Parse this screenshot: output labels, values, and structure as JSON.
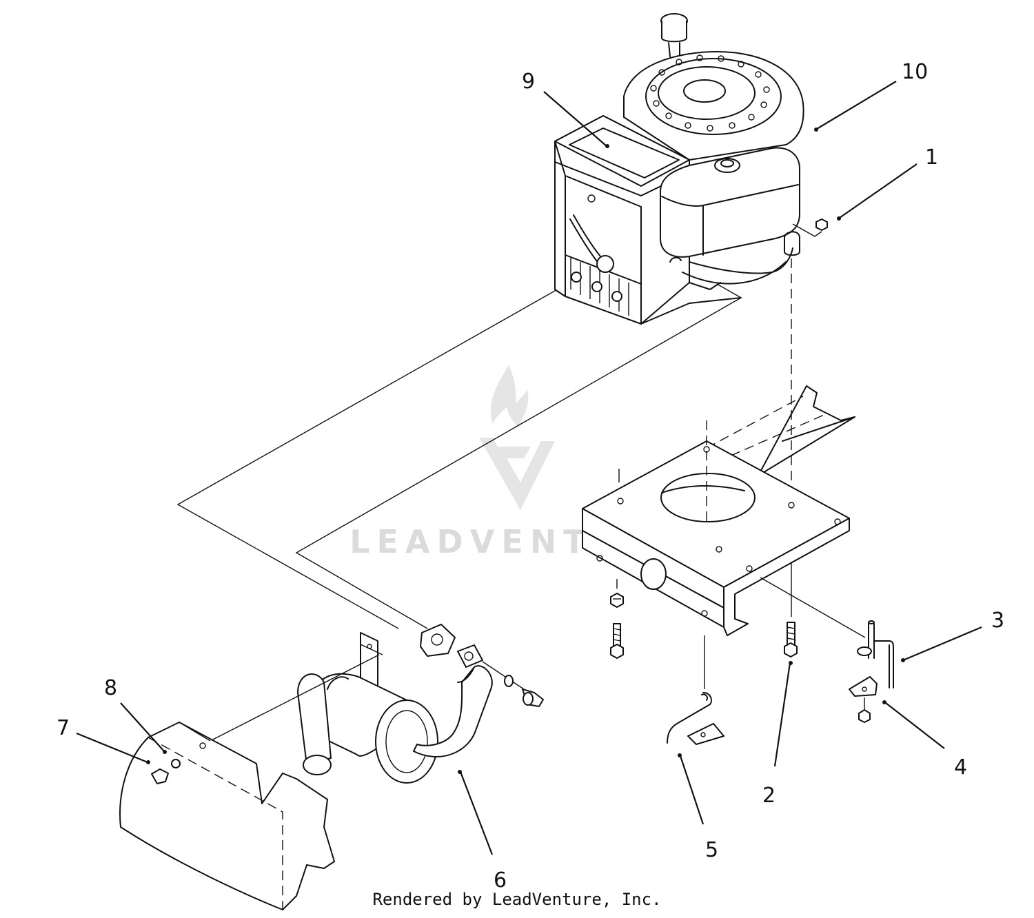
{
  "diagram": {
    "callouts": [
      {
        "id": "1",
        "label": "1"
      },
      {
        "id": "2",
        "label": "2"
      },
      {
        "id": "3",
        "label": "3"
      },
      {
        "id": "4",
        "label": "4"
      },
      {
        "id": "5",
        "label": "5"
      },
      {
        "id": "6",
        "label": "6"
      },
      {
        "id": "7",
        "label": "7"
      },
      {
        "id": "8",
        "label": "8"
      },
      {
        "id": "9",
        "label": "9"
      },
      {
        "id": "10",
        "label": "10"
      }
    ]
  },
  "watermark": {
    "text": "LEADVENTURE"
  },
  "footer": {
    "credit": "Rendered by LeadVenture, Inc."
  }
}
